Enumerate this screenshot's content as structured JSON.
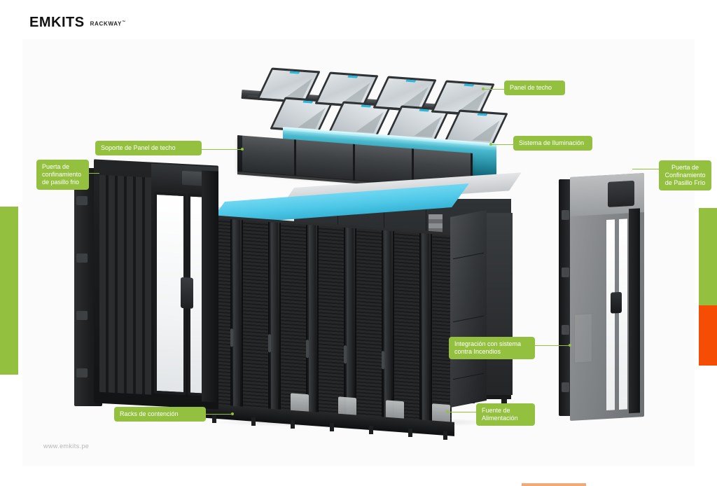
{
  "header": {
    "brand": "EMKITS",
    "product": "RACKWAY",
    "trademark": "™"
  },
  "footer": {
    "url": "www.emkits.pe"
  },
  "colors": {
    "accent_green": "#93c13f",
    "accent_orange": "#f64d05",
    "label_text": "#ffffff",
    "canvas": "#fbfbfb",
    "lighting_teal": "#37b4d6"
  },
  "callouts": {
    "roof_panel": "Panel de techo",
    "roof_panel_support": "Soporte de Panel  de techo",
    "lighting_system": "Sistema de Iluminación",
    "door_left": "Puerta de confinamiento de pasillo frio",
    "door_right": "Puerta de Confinamiento de Pasillo Frío",
    "fire_system": "Integración con sistema contra Incendios",
    "racks": "Racks de contención",
    "power_supply": "Fuente de Alimentación"
  }
}
